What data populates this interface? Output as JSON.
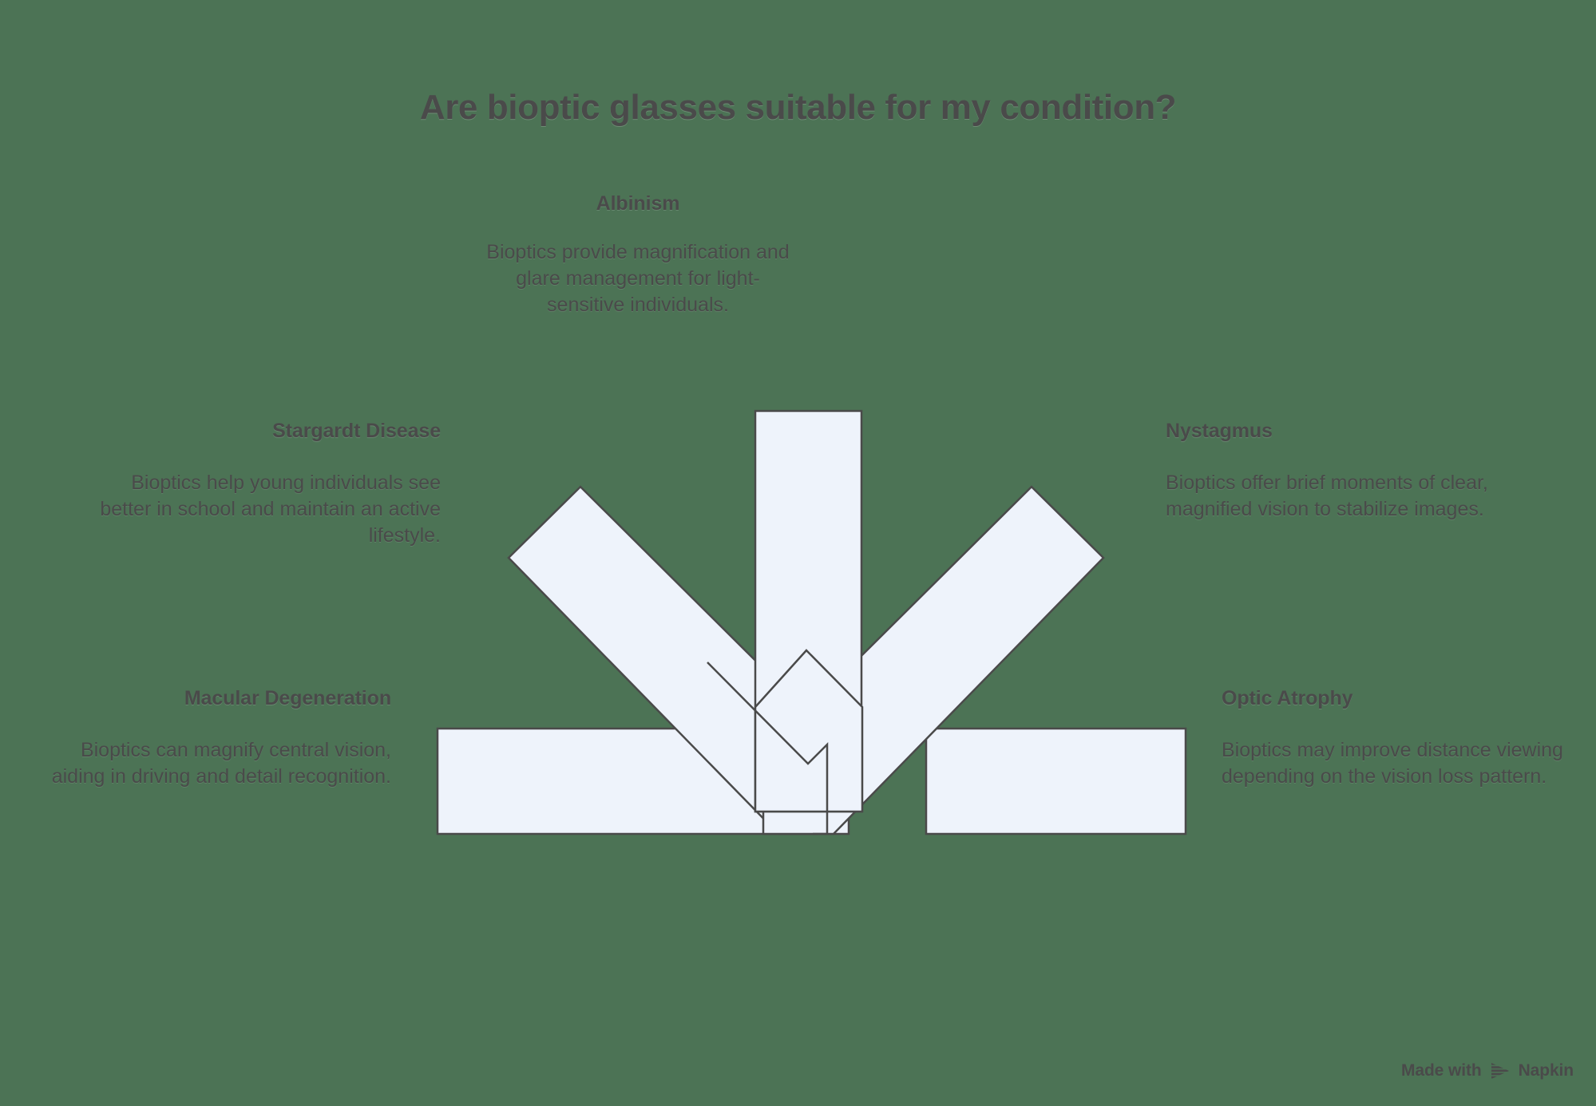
{
  "title": "Are bioptic glasses suitable for my condition?",
  "theme": {
    "background": "#4c7355",
    "shape_fill": "#eef3fb",
    "shape_stroke": "#4a4a4a",
    "text_color": "#4a4a4a"
  },
  "nodes": [
    {
      "id": "albinism",
      "heading": "Albinism",
      "body": "Bioptics provide magnification and glare management for light-sensitive individuals.",
      "align": "center"
    },
    {
      "id": "stargardt",
      "heading": "Stargardt Disease",
      "body": "Bioptics help young individuals see better in school and maintain an active lifestyle.",
      "align": "right"
    },
    {
      "id": "nystagmus",
      "heading": "Nystagmus",
      "body": "Bioptics offer brief moments of clear, magnified vision to stabilize images.",
      "align": "left"
    },
    {
      "id": "macular",
      "heading": "Macular Degeneration",
      "body": "Bioptics can magnify central vision, aiding in driving and detail recognition.",
      "align": "right"
    },
    {
      "id": "optic",
      "heading": "Optic Atrophy",
      "body": "Bioptics may improve distance viewing depending on the vision loss pattern.",
      "align": "left"
    }
  ],
  "watermark": {
    "prefix": "Made with",
    "brand": "Napkin"
  }
}
